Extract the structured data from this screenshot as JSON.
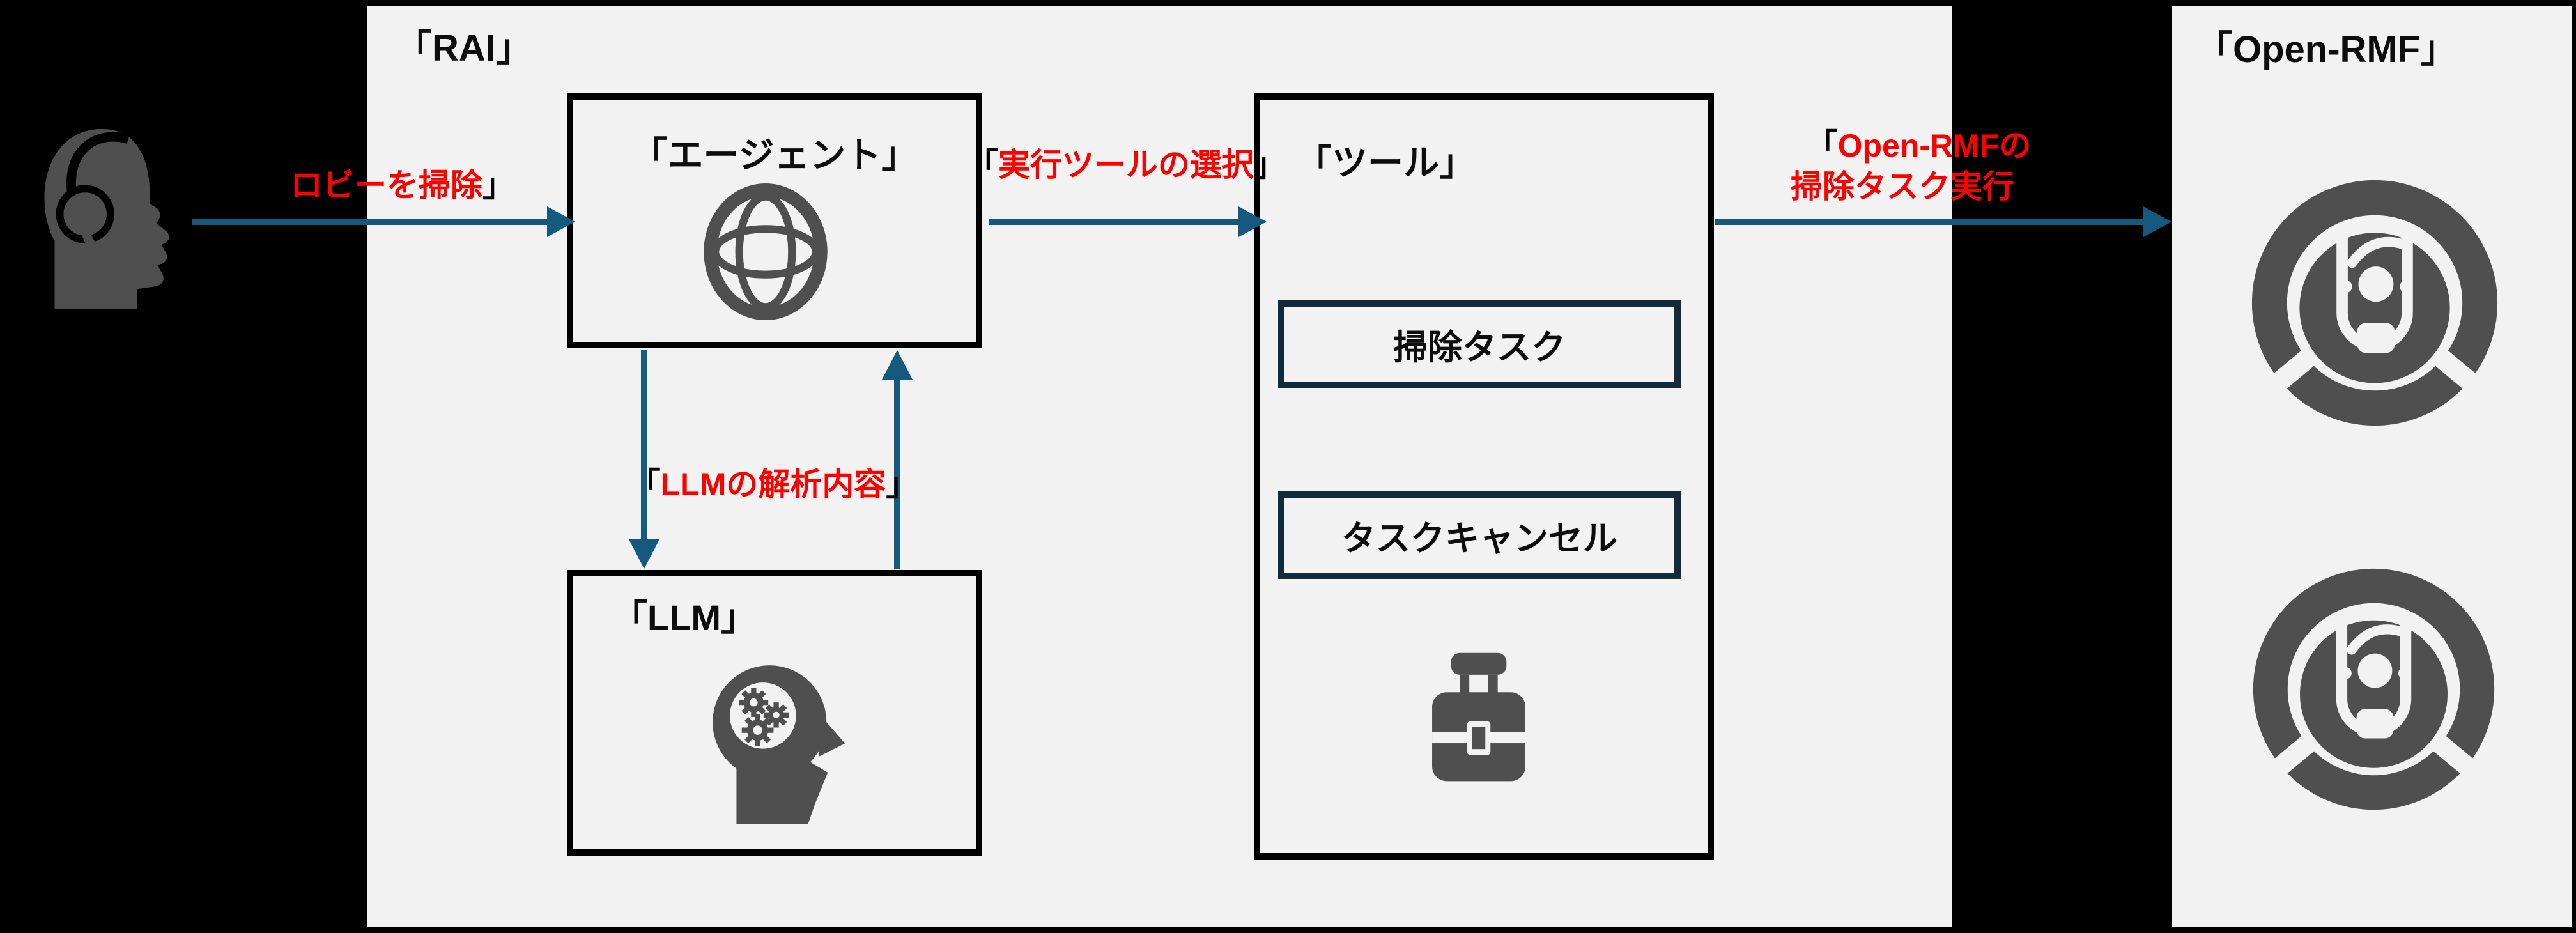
{
  "colors": {
    "background": "#000000",
    "panel_gray": "#f2f2f2",
    "icon_gray": "#4f4f4f",
    "arrow_blue": "#15597e",
    "button_border": "#112b3a",
    "label_red": "#ff0000",
    "text_black": "#0d0d0d"
  },
  "actors": {
    "user": {
      "icon": "headset-person-icon"
    }
  },
  "panels": {
    "rai": {
      "title": "「RAI」"
    },
    "open_rmf": {
      "title": "「Open-RMF」",
      "icons": [
        "robot-vacuum-icon",
        "robot-vacuum-icon"
      ]
    }
  },
  "boxes": {
    "agent": {
      "title": "「エージェント」",
      "icon": "globe-icon"
    },
    "llm": {
      "title": "「LLM」",
      "icon": "head-gears-icon"
    },
    "tool": {
      "title": "「ツール」",
      "icon": "toolbox-icon",
      "buttons": [
        {
          "label": "掃除タスク"
        },
        {
          "label": "タスクキャンセル"
        }
      ]
    }
  },
  "flows": [
    {
      "from": "user",
      "to": "agent",
      "direction": "right",
      "label": {
        "open": "「",
        "text": "ロビーを掃除",
        "close": "」"
      }
    },
    {
      "from": "agent",
      "to": "tool",
      "direction": "right",
      "label": {
        "open": "「",
        "text": "実行ツールの選択",
        "close": "」"
      }
    },
    {
      "from": "agent",
      "to": "llm",
      "direction": "both",
      "label": {
        "open": "「",
        "text": "LLMの解析内容",
        "close": "」"
      }
    },
    {
      "from": "tool",
      "to": "open_rmf",
      "direction": "right",
      "label": {
        "open": "「",
        "line1": "Open-RMFの",
        "line2": "掃除タスク実行",
        "close": "」"
      }
    }
  ]
}
